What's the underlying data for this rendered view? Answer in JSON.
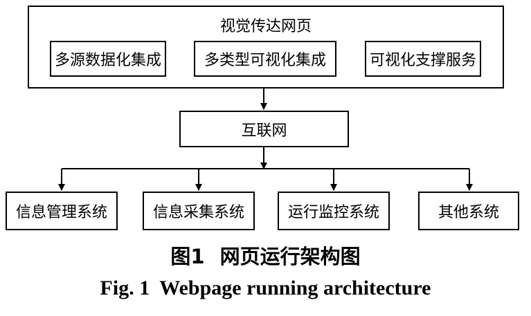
{
  "outer": {
    "title": "视觉传达网页",
    "components": [
      "多源数据化集成",
      "多类型可视化集成",
      "可视化支撑服务"
    ]
  },
  "network": {
    "label": "互联网"
  },
  "systems": [
    "信息管理系统",
    "信息采集系统",
    "运行监控系统",
    "其他系统"
  ],
  "caption_zh": {
    "number": "图1",
    "text": "网页运行架构图"
  },
  "caption_en": {
    "number": "Fig. 1",
    "text": "Webpage running architecture"
  }
}
